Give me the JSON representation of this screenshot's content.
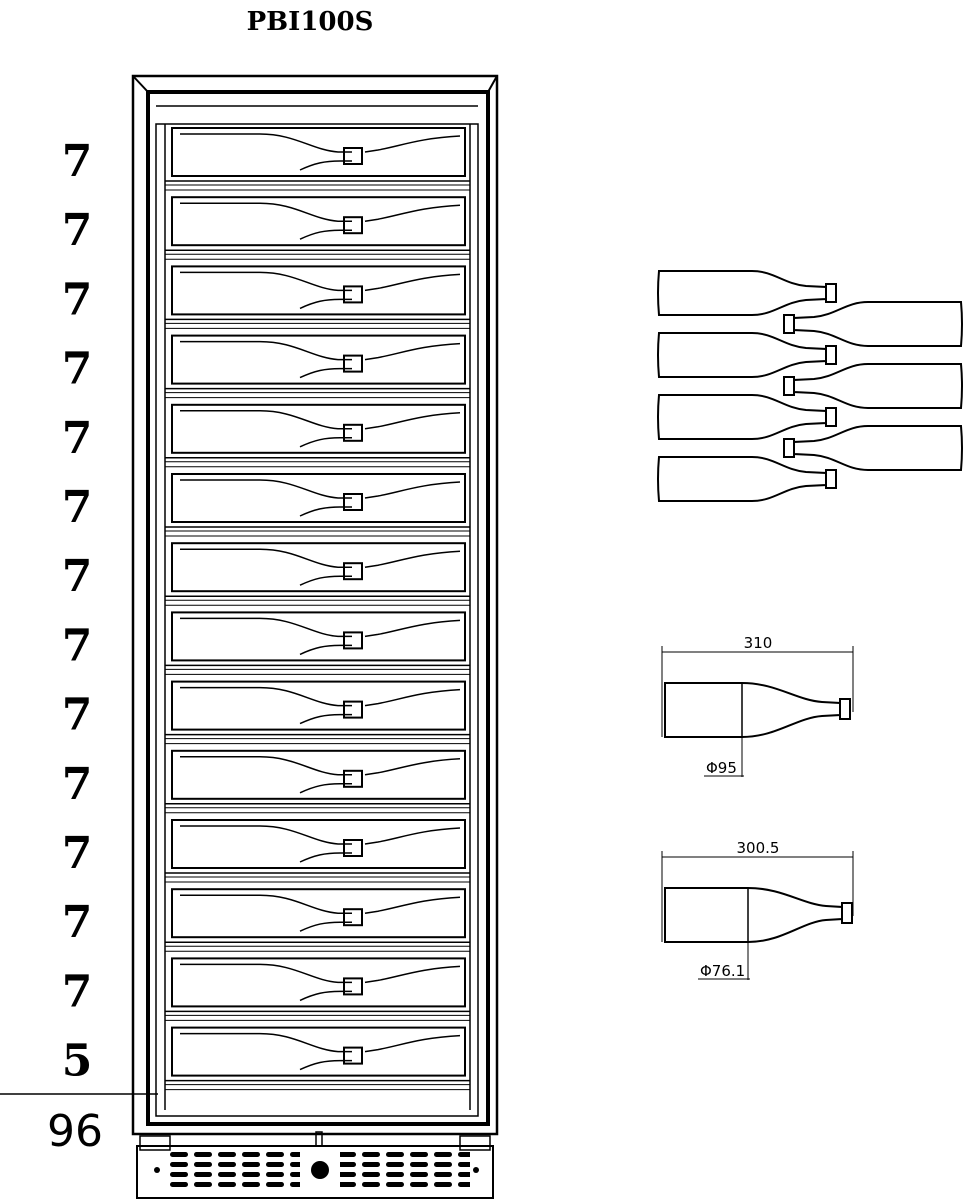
{
  "model": "PBI100S",
  "shelf_counts": [
    "7",
    "7",
    "7",
    "7",
    "7",
    "7",
    "7",
    "7",
    "7",
    "7",
    "7",
    "7",
    "7",
    "5"
  ],
  "total_bottles": "96",
  "bottle_large": {
    "length": "310",
    "diameter": "Φ95"
  },
  "bottle_small": {
    "length": "300.5",
    "diameter": "Φ76.1"
  }
}
